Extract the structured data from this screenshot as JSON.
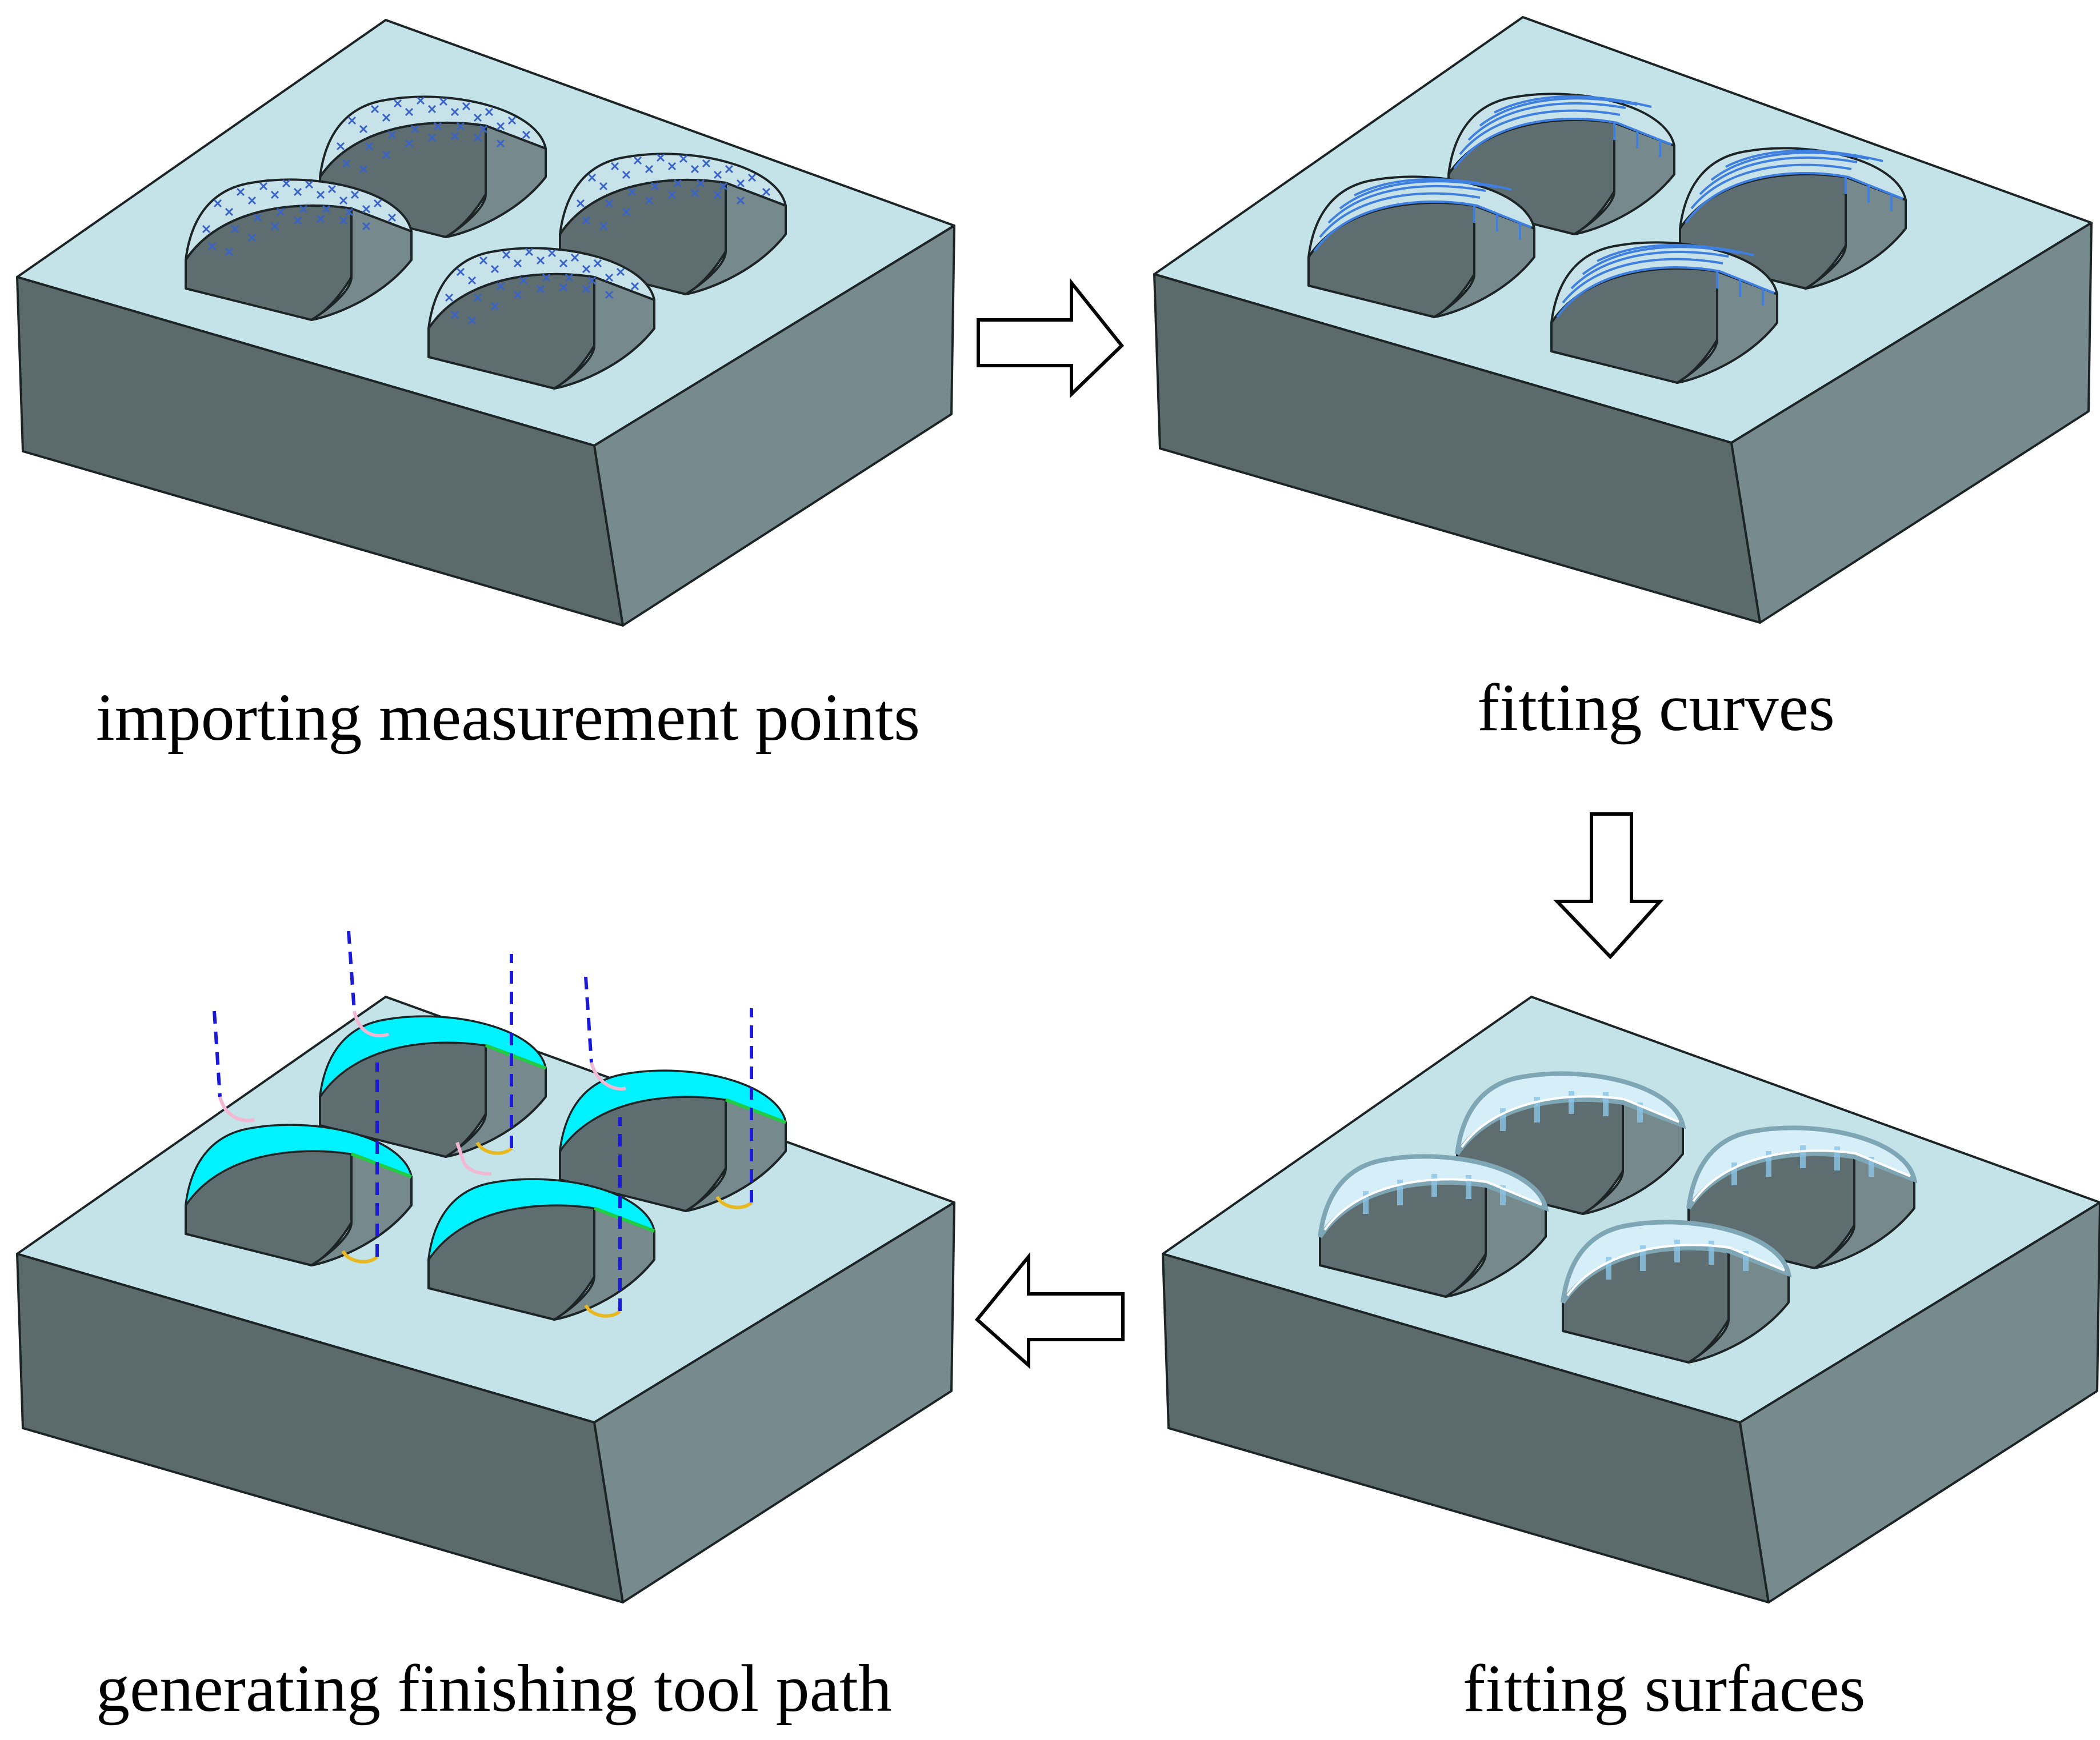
{
  "steps": [
    {
      "id": "import",
      "label": "importing measurement points",
      "overlay": "cross-point-markers"
    },
    {
      "id": "curves",
      "label": "fitting curves",
      "overlay": "blue-fitted-curves"
    },
    {
      "id": "surfaces",
      "label": "fitting surfaces",
      "overlay": "translucent-fitted-surfaces"
    },
    {
      "id": "toolpath",
      "label": "generating finishing tool path",
      "overlay": "cyan-surfaces-with-dashed-tool-paths"
    }
  ],
  "flow_arrows": [
    {
      "from": "import",
      "to": "curves",
      "direction": "right"
    },
    {
      "from": "curves",
      "to": "surfaces",
      "direction": "down"
    },
    {
      "from": "surfaces",
      "to": "toolpath",
      "direction": "left"
    }
  ],
  "colors": {
    "block_top": "#c4e3e8",
    "block_front": "#5b6a6b",
    "block_side": "#778b8f",
    "edge": "#1c2426",
    "point_marker": "#3a63c8",
    "curve": "#3f7fe0",
    "surface_glass": "#d6eef7",
    "toolpath_surface": "#00f2ff",
    "tool_path_dash": "#1a1ad8",
    "arc_yellow": "#e8b820",
    "lead_in_pink": "#f2b7d2"
  }
}
